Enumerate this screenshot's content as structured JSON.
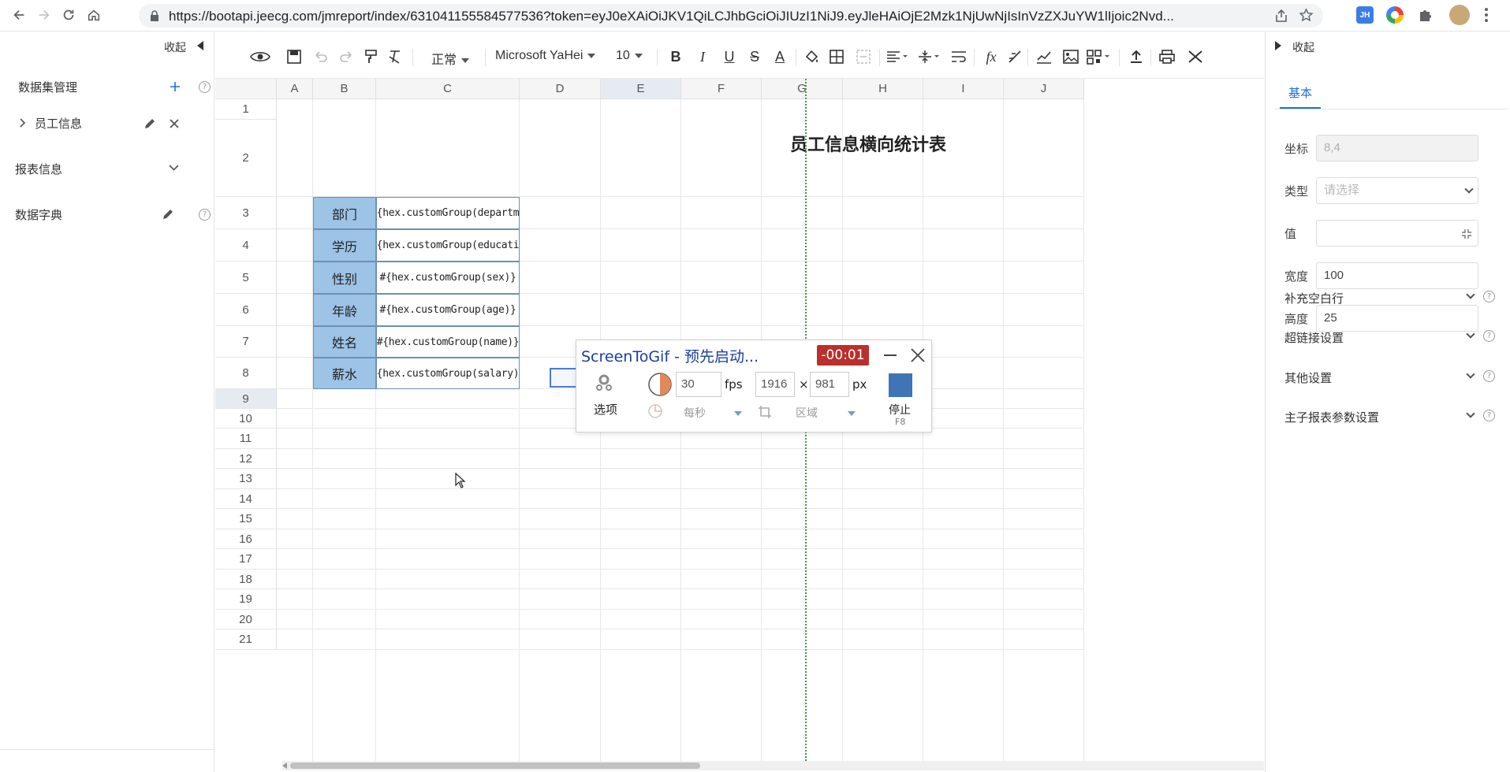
{
  "browser": {
    "url": "https://bootapi.jeecg.com/jmreport/index/631041155584577536?token=eyJ0eXAiOiJKV1QiLCJhbGciOiJIUzI1NiJ9.eyJleHAiOjE2Mzk1NjUwNjIsInVzZXJuYW1lIjoic2Nvd...",
    "ext_jh": "JH"
  },
  "left_panel": {
    "collapse_label": "收起",
    "dataset_title": "数据集管理",
    "dataset_item": "员工信息",
    "report_info": "报表信息",
    "dictionary": "数据字典",
    "help": "?"
  },
  "toolbar": {
    "style_select": "正常",
    "font_select": "Microsoft YaHei",
    "size_select": "10",
    "bold": "B",
    "italic": "I",
    "underline": "U",
    "strike": "S",
    "fontcolor": "A",
    "formula": "fx"
  },
  "sheet": {
    "columns": [
      "A",
      "B",
      "C",
      "D",
      "E",
      "F",
      "G",
      "H",
      "I",
      "J"
    ],
    "active_column": "E",
    "rows": [
      "1",
      "2",
      "3",
      "4",
      "5",
      "6",
      "7",
      "8",
      "9",
      "10",
      "11",
      "12",
      "13",
      "14",
      "15",
      "16",
      "17",
      "18",
      "19",
      "20",
      "21"
    ],
    "active_row": "9",
    "title": "员工信息横向统计表",
    "fields": [
      {
        "label": "部门",
        "expr": "#{hex.customGroup(departme"
      },
      {
        "label": "学历",
        "expr": "#{hex.customGroup(educatio"
      },
      {
        "label": "性别",
        "expr": "#{hex.customGroup(sex)}"
      },
      {
        "label": "年龄",
        "expr": "#{hex.customGroup(age)}"
      },
      {
        "label": "姓名",
        "expr": "#{hex.customGroup(name)}"
      },
      {
        "label": "薪水",
        "expr": "#{hex.customGroup(salary)}"
      }
    ]
  },
  "screentogif": {
    "title": "ScreenToGif - 预先启动...",
    "timer": "-00:01",
    "options_label": "选项",
    "fps_value": "30",
    "fps_unit": "fps",
    "per_second": "每秒",
    "width": "1916",
    "times": "×",
    "height": "981",
    "px_unit": "px",
    "region": "区域",
    "stop_label": "停止",
    "stop_key": "F8"
  },
  "right_panel": {
    "collapse_label": "收起",
    "tab_basic": "基本",
    "coord_label": "坐标",
    "coord_value": "8,4",
    "type_label": "类型",
    "type_placeholder": "请选择",
    "value_label": "值",
    "value_value": "",
    "width_label": "宽度",
    "width_value": "100",
    "height_label": "高度",
    "height_value": "25",
    "sections": [
      "补充空白行",
      "超链接设置",
      "其他设置",
      "主子报表参数设置"
    ],
    "help": "?"
  }
}
